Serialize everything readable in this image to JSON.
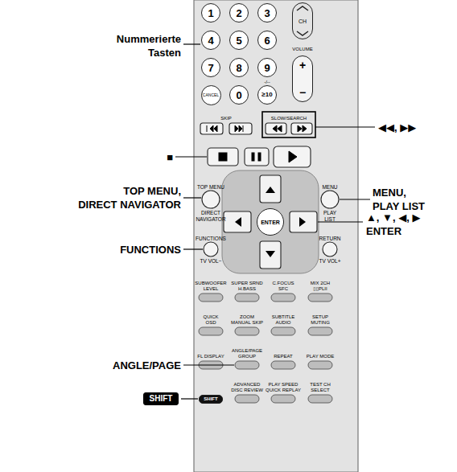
{
  "diagram": {
    "nodes": [
      {
        "text": [
          "1"
        ]
      },
      {
        "text": [
          "2"
        ]
      },
      {
        "text": [
          "3"
        ]
      },
      {
        "text": [
          "CH"
        ]
      },
      {
        "text": [
          "4"
        ]
      },
      {
        "text": [
          "5"
        ]
      },
      {
        "text": [
          "6"
        ]
      },
      {
        "text": [
          "+",
          "−"
        ]
      },
      {
        "text": [
          "7"
        ]
      },
      {
        "text": [
          "8"
        ]
      },
      {
        "text": [
          "9"
        ]
      },
      {
        "text": [
          "CANCEL"
        ]
      },
      {
        "text": [
          "0"
        ]
      },
      {
        "text": [
          "≥10"
        ]
      },
      {
        "text": [
          "ENTER"
        ]
      },
      {
        "text": [
          "SHIFT"
        ]
      },
      {
        "text": [
          "SHIFT"
        ]
      }
    ],
    "labels": [
      "Nummerierte Tasten",
      "VOLUME",
      "-/--",
      "SKIP",
      "SLOW/SEARCH",
      "◀◀, ▶▶",
      "■",
      "TOP MENU",
      "MENU",
      "TOP MENU, DIRECT NAVIGATOR",
      "MENU, PLAY LIST",
      "DIRECT NAVIGATOR",
      "PLAY LIST",
      "▲, ▼, ◀, ▶ ENTER",
      "FUNCTIONS",
      "RETURN",
      "FUNCTIONS",
      "TV VOL−",
      "TV VOL+",
      "SUBWOOFER LEVEL",
      "SUPER SRND H.BASS",
      "C.FOCUS SFC",
      "MIX 2CH ▯▯PLII",
      "QUICK OSD",
      "ZOOM MANUAL SKIP",
      "SUBTITLE AUDIO",
      "SETUP MUTING",
      "FL DISPLAY",
      "ANGLE/PAGE GROUP",
      "REPEAT",
      "PLAY MODE",
      "ANGLE/PAGE",
      "ADVANCED DISC REVIEW",
      "PLAY SPEED QUICK REPLAY",
      "TEST CH SELECT"
    ]
  }
}
